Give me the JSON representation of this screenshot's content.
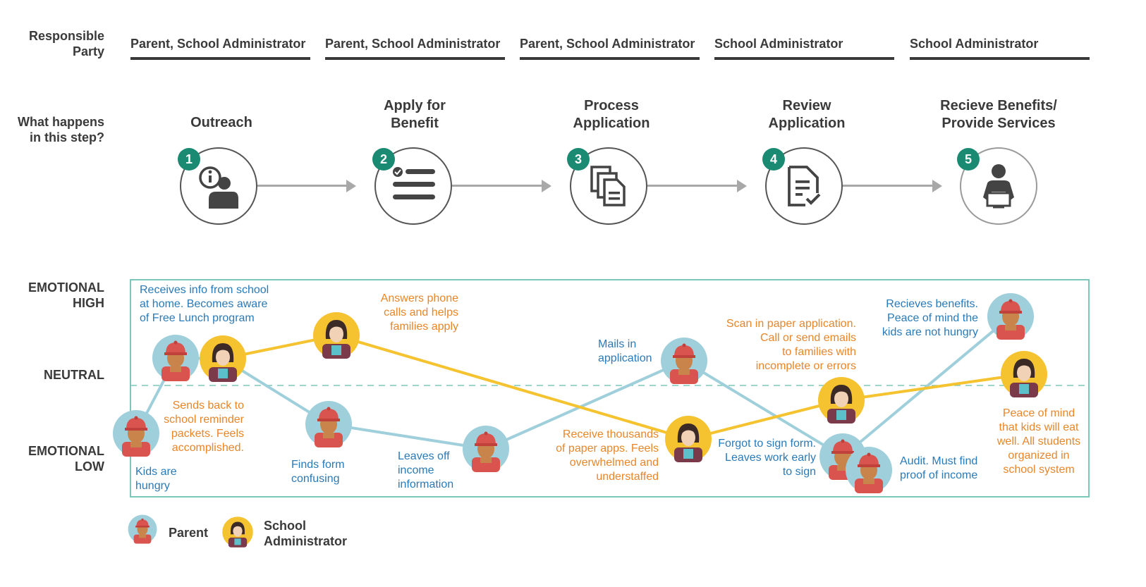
{
  "labels": {
    "responsible": "Responsible\nParty",
    "what_happens": "What happens\nin this step?",
    "emotional_high": "EMOTIONAL\nHIGH",
    "neutral": "NEUTRAL",
    "emotional_low": "EMOTIONAL\nLOW"
  },
  "steps": [
    {
      "num": "1",
      "party": "Parent, School Administrator",
      "title": "Outreach",
      "icon": "info-person-icon"
    },
    {
      "num": "2",
      "party": "Parent, School Administrator",
      "title": "Apply for\nBenefit",
      "icon": "checklist-icon"
    },
    {
      "num": "3",
      "party": "Parent, School Administrator",
      "title": "Process\nApplication",
      "icon": "documents-icon"
    },
    {
      "num": "4",
      "party": "School Administrator",
      "title": "Review\nApplication",
      "icon": "document-check-icon"
    },
    {
      "num": "5",
      "party": "School Administrator",
      "title": "Recieve Benefits/\nProvide Services",
      "icon": "person-receiving-icon"
    }
  ],
  "notes": {
    "parent": [
      "Receives info from school\nat home. Becomes aware\nof Free Lunch program",
      "Kids are\nhungry",
      "Finds form\nconfusing",
      "Leaves off\nincome\ninformation",
      "Mails in\napplication",
      "Forgot to sign form.\nLeaves work early\nto sign",
      "Audit. Must find\nproof of income",
      "Recieves benefits.\nPeace of mind the\nkids are not hungry"
    ],
    "admin": [
      "Answers phone\ncalls and helps\nfamilies apply",
      "Sends back to\nschool reminder\npackets. Feels\naccomplished.",
      "Receive thousands\nof paper apps. Feels\noverwhelmed and\nunderstaffed",
      "Scan in paper application.\nCall or send emails\nto families with\nincomplete or errors",
      "Peace of mind\nthat kids will eat\nwell. All students\norganized in\nschool system"
    ]
  },
  "legend": {
    "parent": "Parent",
    "admin": "School\nAdministrator"
  },
  "colors": {
    "parent_line": "#9ecfdb",
    "admin_line": "#f5c330",
    "parent_text": "#2a7ab8",
    "admin_text": "#e8862a",
    "badge": "#1a8a73",
    "frame": "#7cc8b8"
  }
}
